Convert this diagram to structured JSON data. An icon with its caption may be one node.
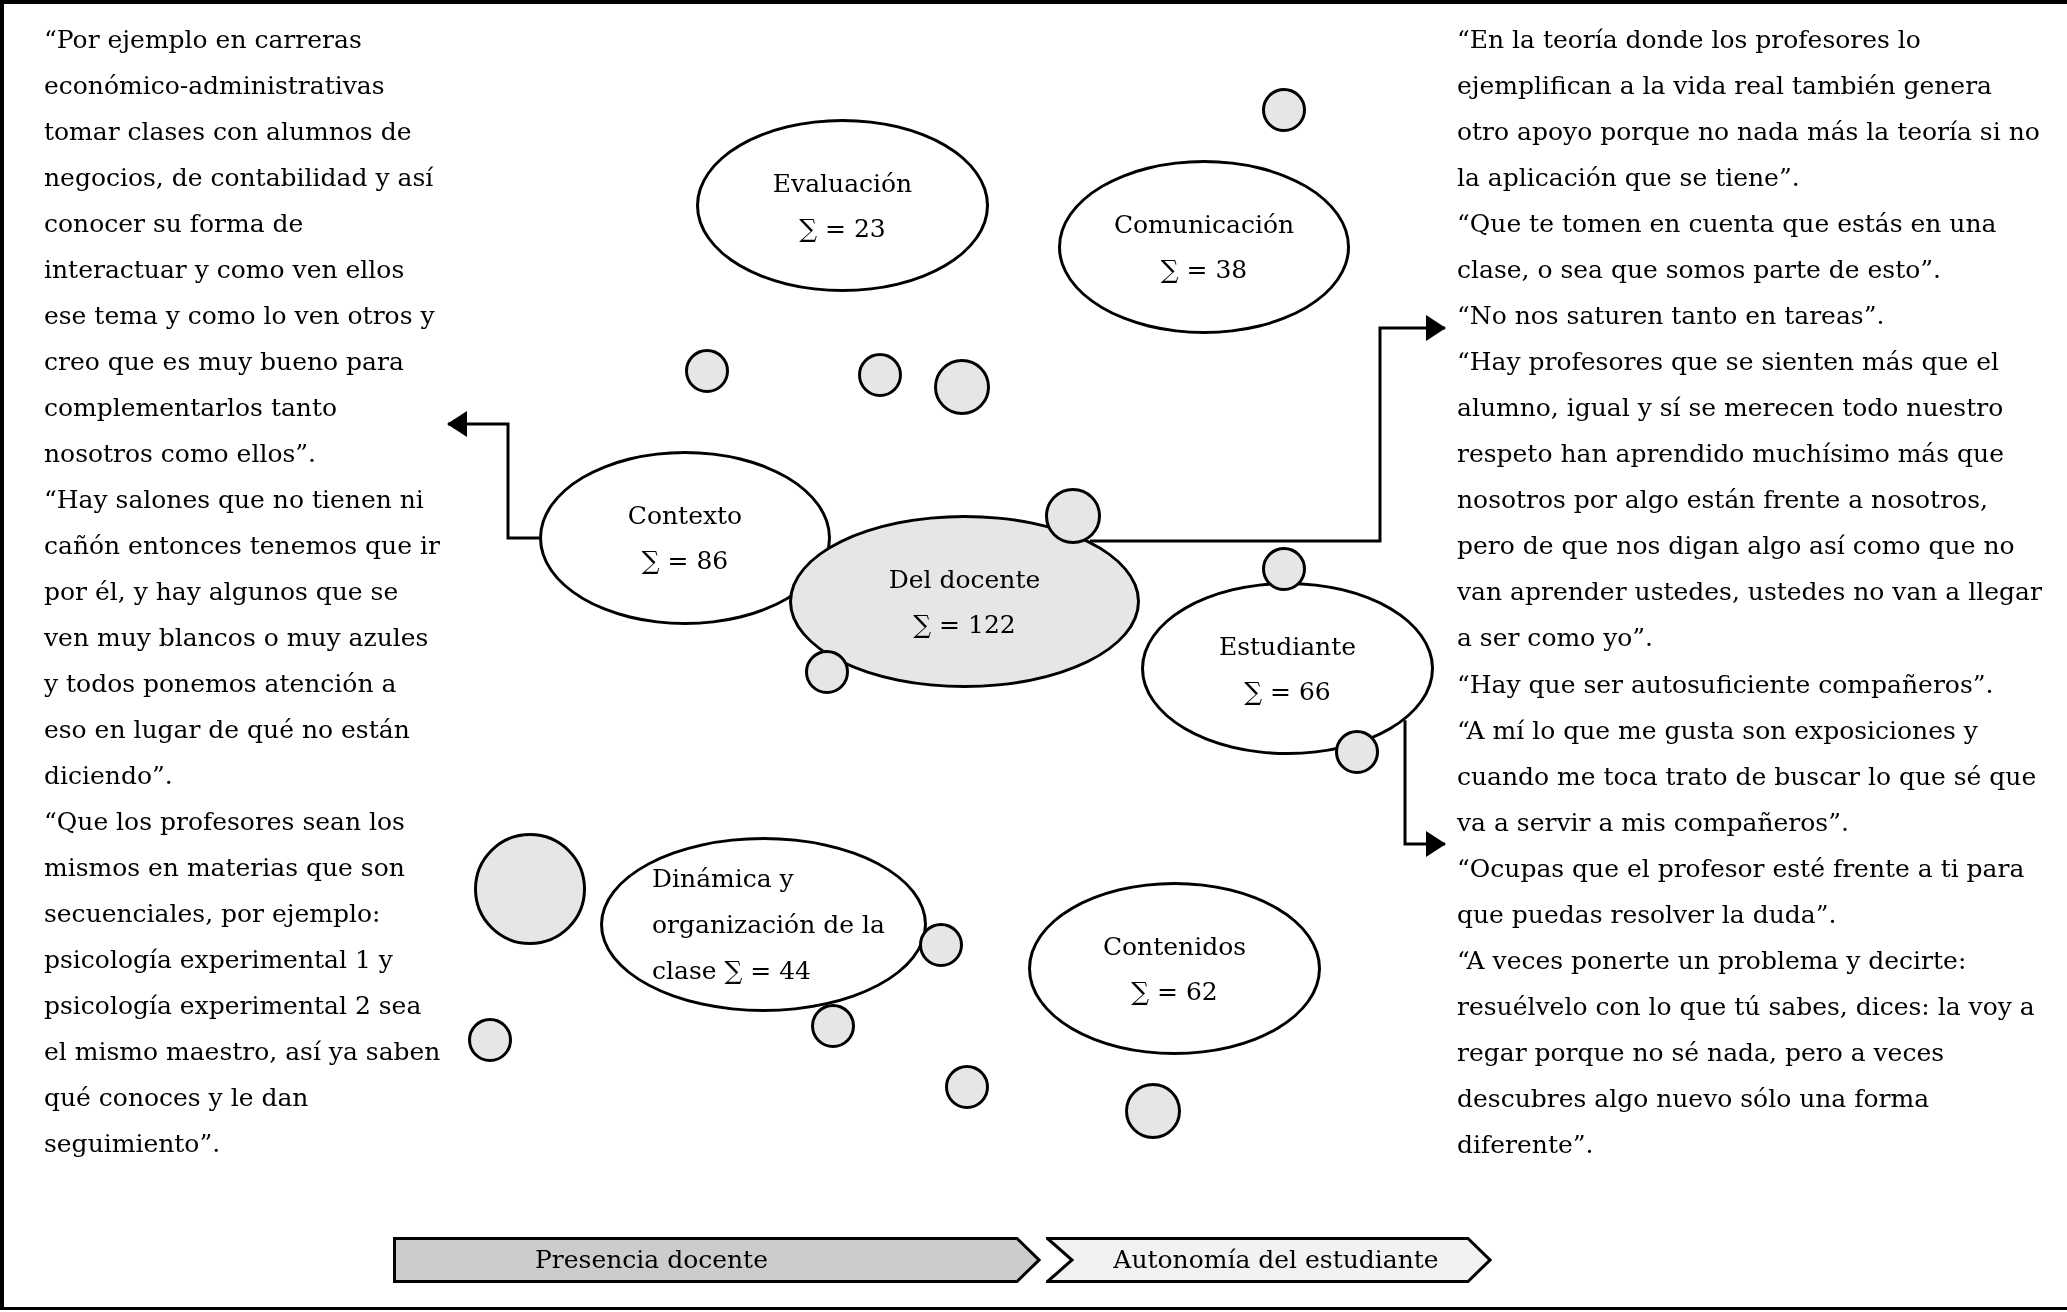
{
  "diagram": {
    "nodes": [
      {
        "text": [
          "“Por ejemplo en carreras económico-administrativas tomar clases con alumnos de negocios, de contabilidad y así conocer su forma de interactuar y como ven ellos ese tema y como lo ven otros y creo que es muy bueno para complementarlos tanto nosotros como ellos”.",
          "“Hay salones que no tienen ni cañón entonces tenemos que ir por él, y hay algunos que se ven muy blancos o muy azules y todos ponemos atención a eso en lugar de qué no están diciendo”.",
          "“Que los profesores sean los mismos en materias que son secuenciales, por ejemplo: psicología experimental 1 y psicología experimental 2 sea el mismo maestro, así ya saben qué conoces y le dan seguimiento”."
        ]
      },
      {
        "text": [
          "Evaluación",
          "∑ = 23"
        ]
      },
      {
        "text": [
          "Comunicación",
          "∑ = 38"
        ]
      },
      {
        "text": [
          "Contexto",
          "∑ = 86"
        ]
      },
      {
        "text": [
          "Del docente",
          "∑ = 122"
        ]
      },
      {
        "text": [
          "Estudiante",
          "∑ = 66"
        ]
      },
      {
        "text": [
          "Dinámica y organización de la clase ∑ = 44"
        ]
      },
      {
        "text": [
          "Contenidos",
          "∑ = 62"
        ]
      },
      {
        "text": [
          "“En la teoría donde los profesores lo ejemplifican a la vida real también genera otro apoyo porque no nada más la teoría si no la aplicación que se tiene”.",
          "“Que te tomen en cuenta que estás en una clase, o sea que somos parte de esto”.",
          "“No nos saturen tanto en tareas”.",
          "“Hay profesores que se sienten más que el alumno, igual y sí se merecen todo nuestro respeto han aprendido muchísimo más que nosotros por algo están frente a nosotros, pero de que nos digan algo así como que no van aprender ustedes, ustedes no van a llegar a ser como yo”."
        ]
      },
      {
        "text": [
          "“Hay que ser autosuficiente compañeros”.",
          "“A mí lo que me gusta son exposiciones y cuando me toca trato de buscar lo que sé que va a servir a mis compañeros”.",
          "“Ocupas que el profesor esté frente a ti para que puedas resolver la duda”.",
          "“A veces ponerte un problema y decirte: resuélvelo con lo que tú sabes, dices: la voy a regar porque no sé nada, pero a veces descubres algo nuevo sólo una forma diferente”."
        ]
      },
      {
        "text": [
          "Presencia docente"
        ]
      },
      {
        "text": [
          "Autonomía del estudiante"
        ]
      },
      {
        "text": [],
        "shape": "circle"
      },
      {
        "text": [],
        "shape": "circle"
      },
      {
        "text": [],
        "shape": "circle"
      },
      {
        "text": [],
        "shape": "circle"
      },
      {
        "text": [],
        "shape": "circle"
      },
      {
        "text": [],
        "shape": "circle"
      },
      {
        "text": [],
        "shape": "circle"
      },
      {
        "text": [],
        "shape": "circle"
      },
      {
        "text": [],
        "shape": "circle"
      },
      {
        "text": [],
        "shape": "circle"
      },
      {
        "text": [],
        "shape": "circle"
      },
      {
        "text": [],
        "shape": "circle"
      },
      {
        "text": [],
        "shape": "circle"
      },
      {
        "text": [],
        "shape": "circle"
      }
    ],
    "edges": [
      {
        "from": 3,
        "to": 0,
        "arrow": "to"
      },
      {
        "from": 4,
        "to": 8,
        "arrow": "to"
      },
      {
        "from": 5,
        "to": 9,
        "arrow": "to"
      }
    ]
  }
}
